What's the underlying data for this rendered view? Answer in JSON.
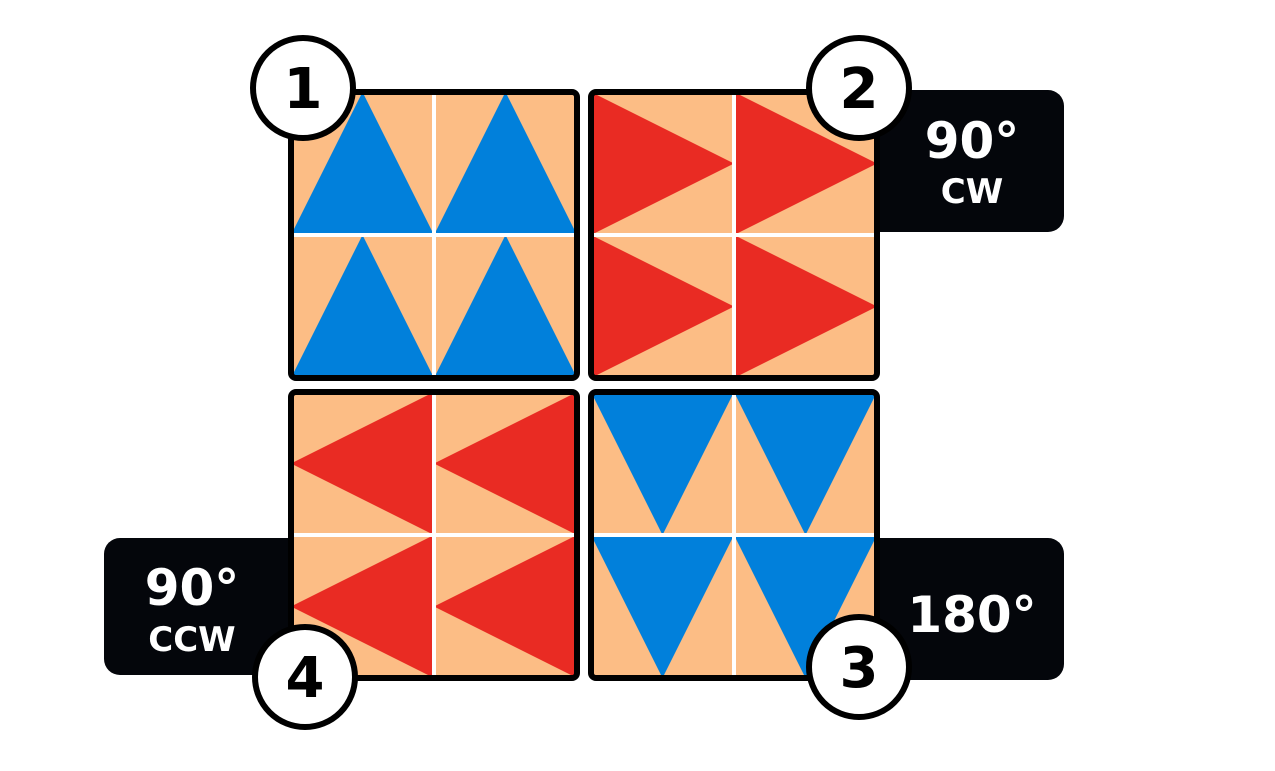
{
  "colors": {
    "background": "#ffffff",
    "tile_bg": "#fcbd85",
    "blue": "#0180db",
    "red": "#e92b23",
    "outline": "#000000",
    "badge_bg": "#04060b",
    "separator": "#ffffff"
  },
  "quadrants": [
    {
      "id": 1,
      "number": "1",
      "color": "blue",
      "rotation_deg": 0
    },
    {
      "id": 2,
      "number": "2",
      "color": "red",
      "rotation_deg": 90
    },
    {
      "id": 3,
      "number": "3",
      "color": "blue",
      "rotation_deg": 180
    },
    {
      "id": 4,
      "number": "4",
      "color": "red",
      "rotation_deg": -90
    }
  ],
  "badges": {
    "q2": {
      "line1": "90°",
      "line2": "CW"
    },
    "q3": {
      "line1": "180°"
    },
    "q4": {
      "line1": "90°",
      "line2": "CCW"
    }
  }
}
